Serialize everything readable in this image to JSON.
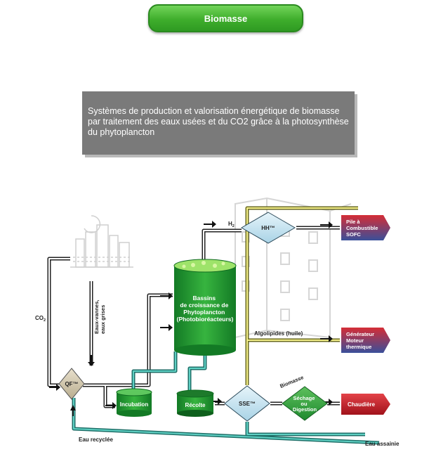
{
  "header": {
    "tab_label": "Biomasse"
  },
  "description": "Systèmes de production et valorisation énergétique de biomasse par traitement des eaux usées et du CO2 grâce à la photosynthèse du phytoplancton",
  "diagram": {
    "co2": {
      "main": "CO",
      "sub": "2"
    },
    "eaux_vannes": [
      "Eaux-vannes,",
      "eaux grises"
    ],
    "qf": "QF™",
    "incubation": "Incubation",
    "bassins": [
      "Bassins",
      "de croissance de",
      "Phytoplancton",
      "(Photobioréacteurs)"
    ],
    "recolte": "Récolte",
    "sse": "SSE™",
    "biomasse_label": "Biomasse",
    "sechage": [
      "Séchage",
      "ou",
      "Digestion"
    ],
    "h2": {
      "main": "H",
      "sub": "2"
    },
    "hh": "HH™",
    "algolipides": "Algolipides (huile)",
    "pile": [
      "Pile à",
      "Combustible",
      "SOFC"
    ],
    "generateur": [
      "Générateur",
      "Moteur",
      "thermique"
    ],
    "chaudiere": "Chaudière",
    "eau_recyclee": "Eau recyclée",
    "eau_assainie": "Eau assainie"
  },
  "colors": {
    "tab_green": "#3fae2c",
    "description_bg": "#7a7a7a",
    "basin_green": "#1f8f2e",
    "output_red": "#c0202a",
    "output_blue": "#3a4f9a",
    "pipe_teal": "#2fa39a",
    "diamond_fill": "#cfe8f2"
  }
}
